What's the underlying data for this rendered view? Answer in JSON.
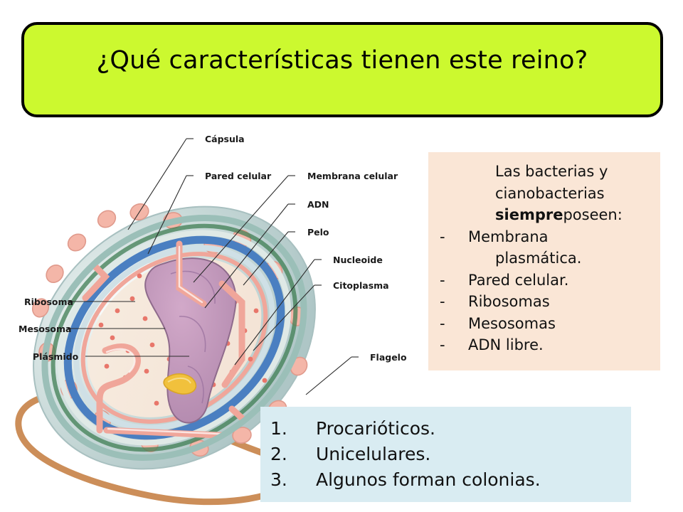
{
  "title": {
    "text": "¿Qué características tienen este reino?",
    "background_color": "#ccf92f",
    "border_color": "#000000"
  },
  "diagram": {
    "name": "prokaryotic-bacterial-cell-diagram",
    "labels": [
      {
        "id": "capsula",
        "text": "Cápsula"
      },
      {
        "id": "pared-celular",
        "text": "Pared celular"
      },
      {
        "id": "membrana-celular",
        "text": "Membrana celular"
      },
      {
        "id": "adn",
        "text": "ADN"
      },
      {
        "id": "pelo",
        "text": "Pelo"
      },
      {
        "id": "nucleoide",
        "text": "Nucleoide"
      },
      {
        "id": "citoplasma",
        "text": "Citoplasma"
      },
      {
        "id": "ribosoma",
        "text": "Ribosoma"
      },
      {
        "id": "mesosoma",
        "text": "Mesosoma"
      },
      {
        "id": "plasmido",
        "text": "Plásmido"
      },
      {
        "id": "flagelo",
        "text": "Flagelo"
      }
    ]
  },
  "info_box": {
    "background_color": "#fae6d6",
    "intro": {
      "line1": "Las bacterias y",
      "line2": "cianobacterias",
      "line3_bold": "siempre",
      "line3_rest": " poseen:"
    },
    "bullet_marker": "-",
    "items": [
      {
        "text": "Membrana",
        "continuation": "plasmática."
      },
      {
        "text": "Pared celular.",
        "continuation": ""
      },
      {
        "text": "Ribosomas",
        "continuation": ""
      },
      {
        "text": "Mesosomas",
        "continuation": ""
      },
      {
        "text": "ADN libre.",
        "continuation": ""
      }
    ]
  },
  "list_box": {
    "background_color": "#d9ecf2",
    "items": [
      {
        "number": "1.",
        "text": "Procarióticos."
      },
      {
        "number": "2.",
        "text": "Unicelulares."
      },
      {
        "number": "3.",
        "text": "Algunos forman colonias."
      }
    ]
  }
}
